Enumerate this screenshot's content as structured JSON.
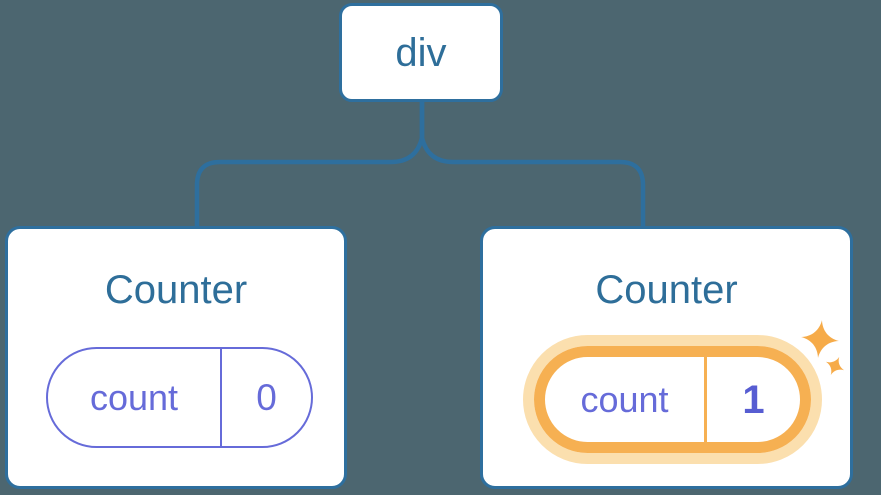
{
  "diagram": {
    "root": {
      "label": "div"
    },
    "children": [
      {
        "title": "Counter",
        "state_label": "count",
        "state_value": "0",
        "highlighted": false
      },
      {
        "title": "Counter",
        "state_label": "count",
        "state_value": "1",
        "highlighted": true
      }
    ]
  },
  "icons": {
    "sparkles": "sparkles-icon"
  },
  "colors": {
    "background": "#4c6670",
    "line_blue": "#2e6f9e",
    "text_blue": "#2e6e99",
    "purple": "#666bd9",
    "value_purple": "#575dd2",
    "orange_ring": "#f6b052",
    "orange_glow": "#fbdfae",
    "orange_star": "#f6ab49",
    "card_white": "#ffffff"
  }
}
